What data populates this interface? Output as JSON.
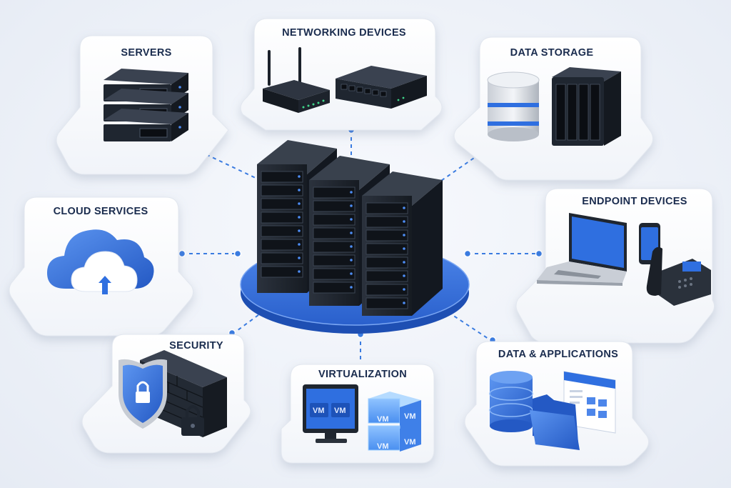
{
  "diagram": {
    "hub": {
      "name": "central-server-racks"
    },
    "nodes": [
      {
        "id": "servers",
        "label": "SERVERS"
      },
      {
        "id": "networking",
        "label": "NETWORKING DEVICES"
      },
      {
        "id": "storage",
        "label": "DATA STORAGE"
      },
      {
        "id": "endpoints",
        "label": "ENDPOINT DEVICES"
      },
      {
        "id": "cloud",
        "label": "CLOUD SERVICES"
      },
      {
        "id": "security",
        "label": "SECURITY"
      },
      {
        "id": "virtualization",
        "label": "VIRTUALIZATION"
      },
      {
        "id": "data-apps",
        "label": "DATA & APPLICATIONS"
      }
    ],
    "vm_label": "VM",
    "colors": {
      "accent": "#2f6fe0",
      "dark_hardware": "#1f2630",
      "title": "#1a2c4e",
      "connector": "#3a7be0"
    }
  }
}
